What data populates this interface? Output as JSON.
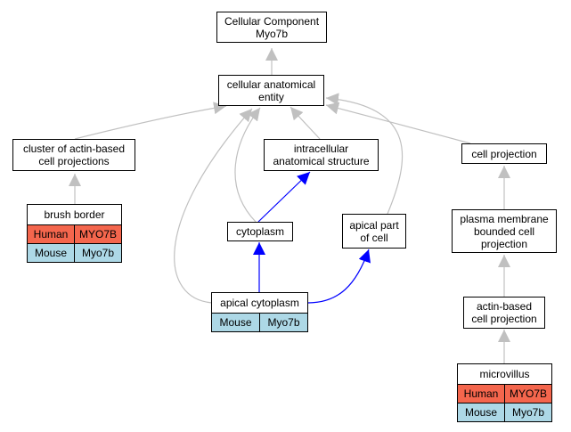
{
  "colors": {
    "is_a_edge": "#c0c0c0",
    "part_of_edge": "#0000ff",
    "human": "#f4664d",
    "mouse": "#add8e6"
  },
  "nodes": {
    "root": [
      "Cellular Component",
      "Myo7b"
    ],
    "cae": [
      "cellular anatomical",
      "entity"
    ],
    "cluster": [
      "cluster of actin-based",
      "cell projections"
    ],
    "intracellular": [
      "intracellular",
      "anatomical structure"
    ],
    "cell_projection": [
      "cell projection"
    ],
    "cytoplasm": [
      "cytoplasm"
    ],
    "apical_part": [
      "apical part",
      "of cell"
    ],
    "plasma_membrane": [
      "plasma membrane",
      "bounded cell",
      "projection"
    ],
    "actin_based": [
      "actin-based",
      "cell projection"
    ]
  },
  "gene_tables": {
    "brush_border": {
      "title": "brush border",
      "rows": [
        {
          "species": "Human",
          "gene": "MYO7B",
          "color": "#f4664d"
        },
        {
          "species": "Mouse",
          "gene": "Myo7b",
          "color": "#add8e6"
        }
      ]
    },
    "apical_cytoplasm": {
      "title": "apical cytoplasm",
      "rows": [
        {
          "species": "Mouse",
          "gene": "Myo7b",
          "color": "#add8e6"
        }
      ]
    },
    "microvillus": {
      "title": "microvillus",
      "rows": [
        {
          "species": "Human",
          "gene": "MYO7B",
          "color": "#f4664d"
        },
        {
          "species": "Mouse",
          "gene": "Myo7b",
          "color": "#add8e6"
        }
      ]
    }
  }
}
